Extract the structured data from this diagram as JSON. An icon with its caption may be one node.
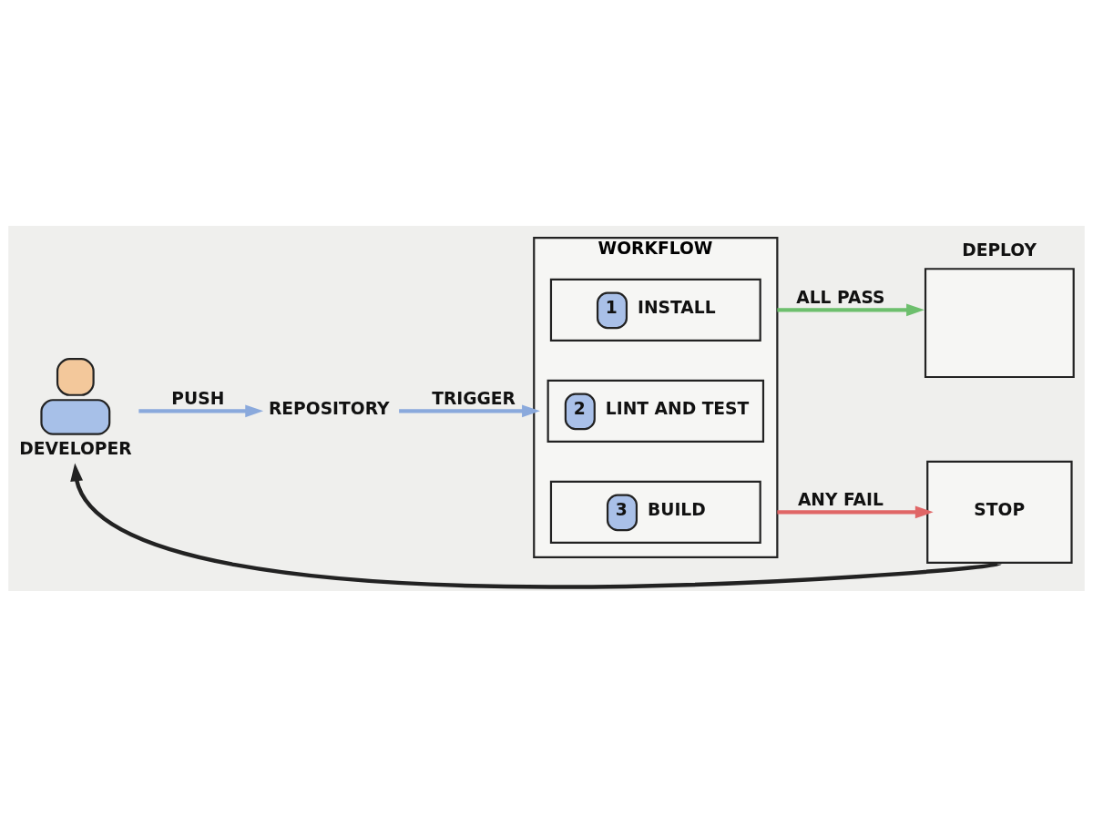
{
  "diagram": {
    "nodes": [
      {
        "text": [
          "DEVELOPER"
        ]
      },
      {
        "text": [
          "REPOSITORY"
        ]
      },
      {
        "text": [
          "WORKFLOW"
        ]
      },
      {
        "text": [
          "1",
          "INSTALL"
        ],
        "in": 2
      },
      {
        "text": [
          "2",
          "LINT AND TEST"
        ],
        "in": 2
      },
      {
        "text": [
          "3",
          "BUILD"
        ],
        "in": 2
      },
      {
        "text": [
          "DEPLOY"
        ]
      },
      {
        "text": [
          "STOP"
        ]
      }
    ],
    "edges": [
      {
        "from": 0,
        "to": 1,
        "arrow": "to",
        "label": "PUSH",
        "color": "#8aa9dc"
      },
      {
        "from": 1,
        "to": 2,
        "arrow": "to",
        "label": "TRIGGER",
        "color": "#8aa9dc"
      },
      {
        "from": 2,
        "to": 6,
        "arrow": "to",
        "label": "ALL PASS",
        "color": "#6dbf6d"
      },
      {
        "from": 2,
        "to": 7,
        "arrow": "to",
        "label": "ANY FAIL",
        "color": "#e06666"
      },
      {
        "from": 7,
        "to": 0,
        "arrow": "to",
        "color": "#222222"
      }
    ]
  }
}
